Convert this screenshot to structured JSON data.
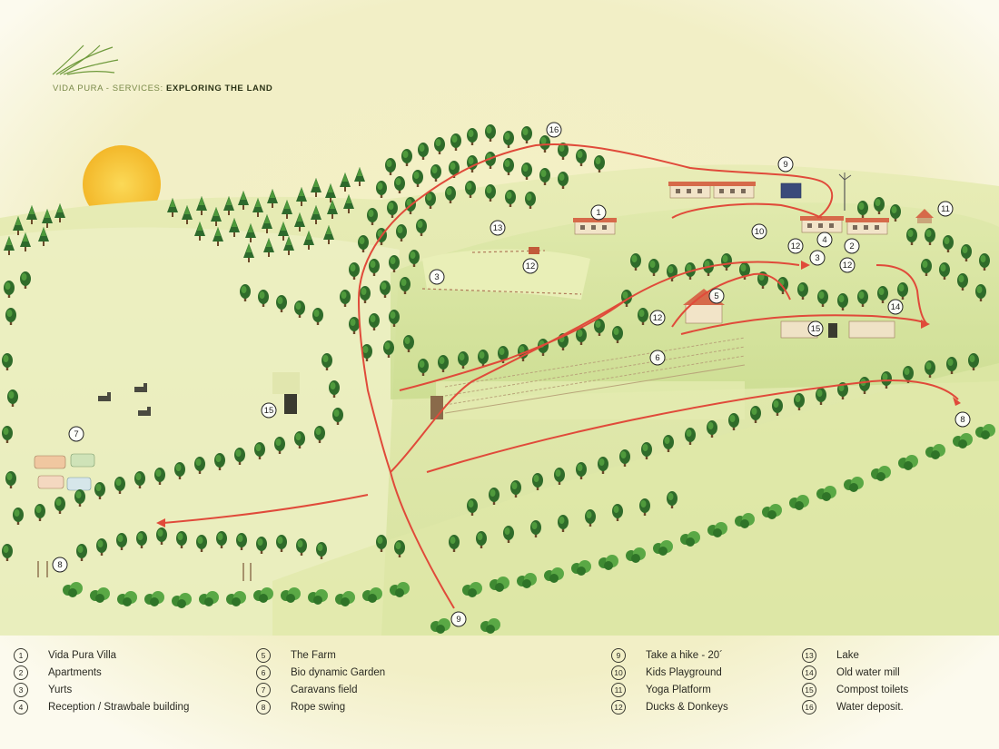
{
  "header": {
    "brand": "VIDA PURA - SERVICES:",
    "subtitle": "EXPLORING THE LAND"
  },
  "legend": [
    {
      "num": "1",
      "label": "Vida Pura Villa"
    },
    {
      "num": "2",
      "label": "Apartments"
    },
    {
      "num": "3",
      "label": "Yurts"
    },
    {
      "num": "4",
      "label": "Reception / Strawbale building"
    },
    {
      "num": "5",
      "label": "The Farm"
    },
    {
      "num": "6",
      "label": "Bio dynamic Garden"
    },
    {
      "num": "7",
      "label": "Caravans field"
    },
    {
      "num": "8",
      "label": "Rope swing"
    },
    {
      "num": "9",
      "label": "Take a hike - 20´"
    },
    {
      "num": "10",
      "label": "Kids Playground"
    },
    {
      "num": "11",
      "label": "Yoga Platform"
    },
    {
      "num": "12",
      "label": "Ducks & Donkeys"
    },
    {
      "num": "13",
      "label": "Lake"
    },
    {
      "num": "14",
      "label": "Old water mill"
    },
    {
      "num": "15",
      "label": "Compost toilets"
    },
    {
      "num": "16",
      "label": "Water deposit."
    }
  ],
  "map_markers": [
    {
      "num": "16"
    },
    {
      "num": "9"
    },
    {
      "num": "1"
    },
    {
      "num": "13"
    },
    {
      "num": "11"
    },
    {
      "num": "10"
    },
    {
      "num": "4"
    },
    {
      "num": "2"
    },
    {
      "num": "12"
    },
    {
      "num": "3"
    },
    {
      "num": "12"
    },
    {
      "num": "3"
    },
    {
      "num": "12"
    },
    {
      "num": "5"
    },
    {
      "num": "12"
    },
    {
      "num": "14"
    },
    {
      "num": "15"
    },
    {
      "num": "6"
    },
    {
      "num": "15"
    },
    {
      "num": "7"
    },
    {
      "num": "8"
    },
    {
      "num": "8"
    },
    {
      "num": "9"
    }
  ],
  "colors": {
    "background": "#fbf8e6",
    "sun": "#f8c93a",
    "trail": "#e04a3a",
    "tree_dark": "#2f6b2a",
    "tree_light": "#4f9a3c",
    "building_roof": "#d66a4a"
  }
}
